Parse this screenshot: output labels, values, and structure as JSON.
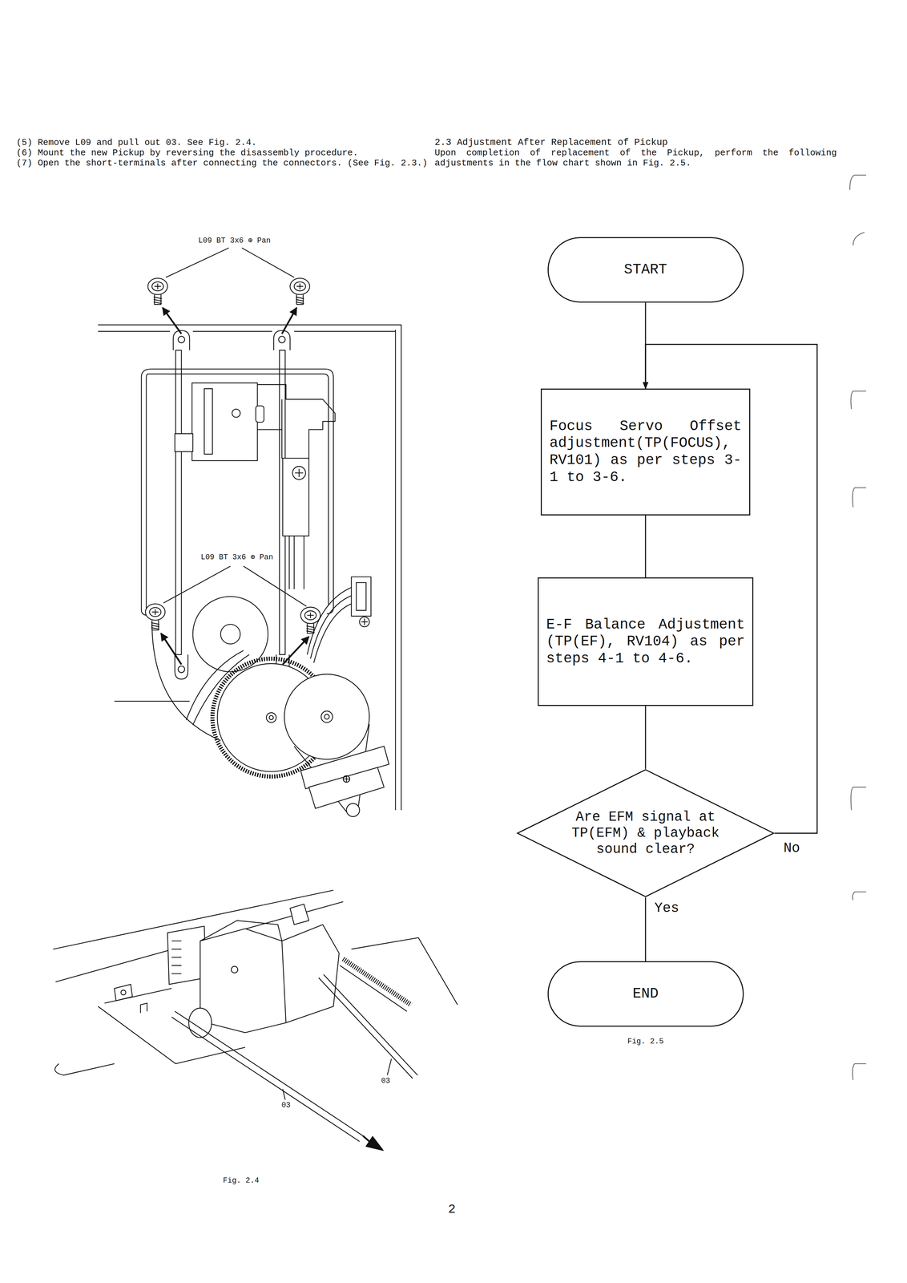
{
  "diagram": {
    "title": "2.3 Adjustment After Replacement of Pickup",
    "caption": "Fig. 2.5",
    "nodes": [
      {
        "text": [
          "START"
        ]
      },
      {
        "text": [
          "Focus Servo Offset adjustment(TP(FOCUS), RV101) as per steps 3-1 to 3-6."
        ]
      },
      {
        "text": [
          "E-F Balance Adjustment (TP(EF), RV104) as per steps 4-1 to 4-6."
        ]
      },
      {
        "text": [
          "Are EFM signal at TP(EFM) & playback sound clear?"
        ]
      },
      {
        "text": [
          "END"
        ]
      }
    ],
    "edges": [
      {
        "from": 0,
        "to": 1,
        "arrow": "none"
      },
      {
        "from": 1,
        "to": 2,
        "arrow": "none"
      },
      {
        "from": 2,
        "to": 3,
        "arrow": "none"
      },
      {
        "from": 3,
        "to": 4,
        "label": "Yes",
        "arrow": "none"
      },
      {
        "from": 3,
        "to": 1,
        "label": "No",
        "arrow": "to"
      }
    ],
    "labels": [
      "(5) Remove L09 and pull out 03. See Fig. 2.4.",
      "(6) Mount the new Pickup by reversing the disassembly procedure.",
      "(7) Open the short-terminals after connecting the connectors. (See Fig. 2.3.)",
      "Upon completion of replacement of the Pickup, perform the following adjustments in the flow chart shown in Fig. 2.5.",
      "L09 BT 3x6 ⊕ Pan",
      "L09 BT 3x6 ⊕ Pan",
      "03",
      "03",
      "Fig. 2.4",
      "2"
    ]
  }
}
